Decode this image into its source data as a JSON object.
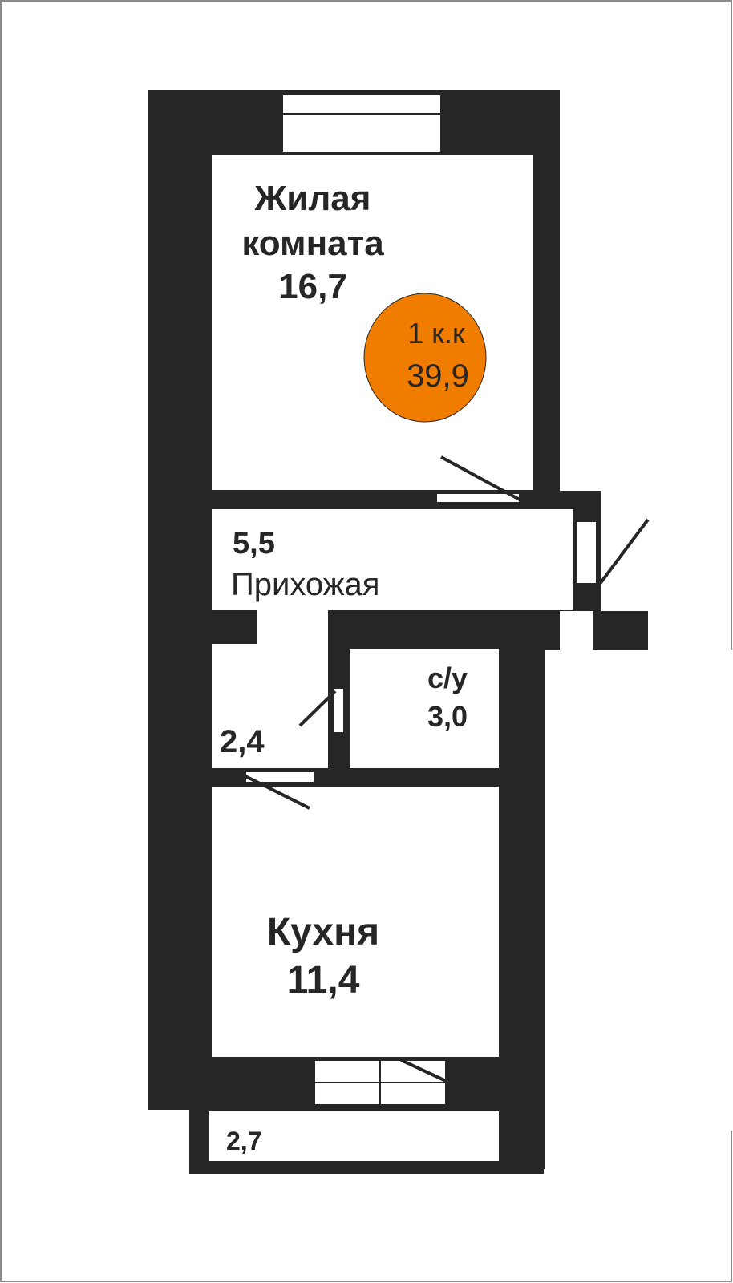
{
  "plan": {
    "rooms": [
      {
        "id": "living",
        "name_line1": "Жилая",
        "name_line2": "комната",
        "area": "16,7"
      },
      {
        "id": "hall",
        "name": "Прихожая",
        "area": "5,5"
      },
      {
        "id": "storage",
        "area": "2,4"
      },
      {
        "id": "bathroom",
        "name": "с/у",
        "area": "3,0"
      },
      {
        "id": "kitchen",
        "name": "Кухня",
        "area": "11,4"
      },
      {
        "id": "balcony",
        "area": "2,7"
      }
    ],
    "badge": {
      "type_label": "1 к.к",
      "total_area": "39,9",
      "color": "#f07d00"
    },
    "colors": {
      "wall": "#262626",
      "background": "#ffffff"
    }
  }
}
